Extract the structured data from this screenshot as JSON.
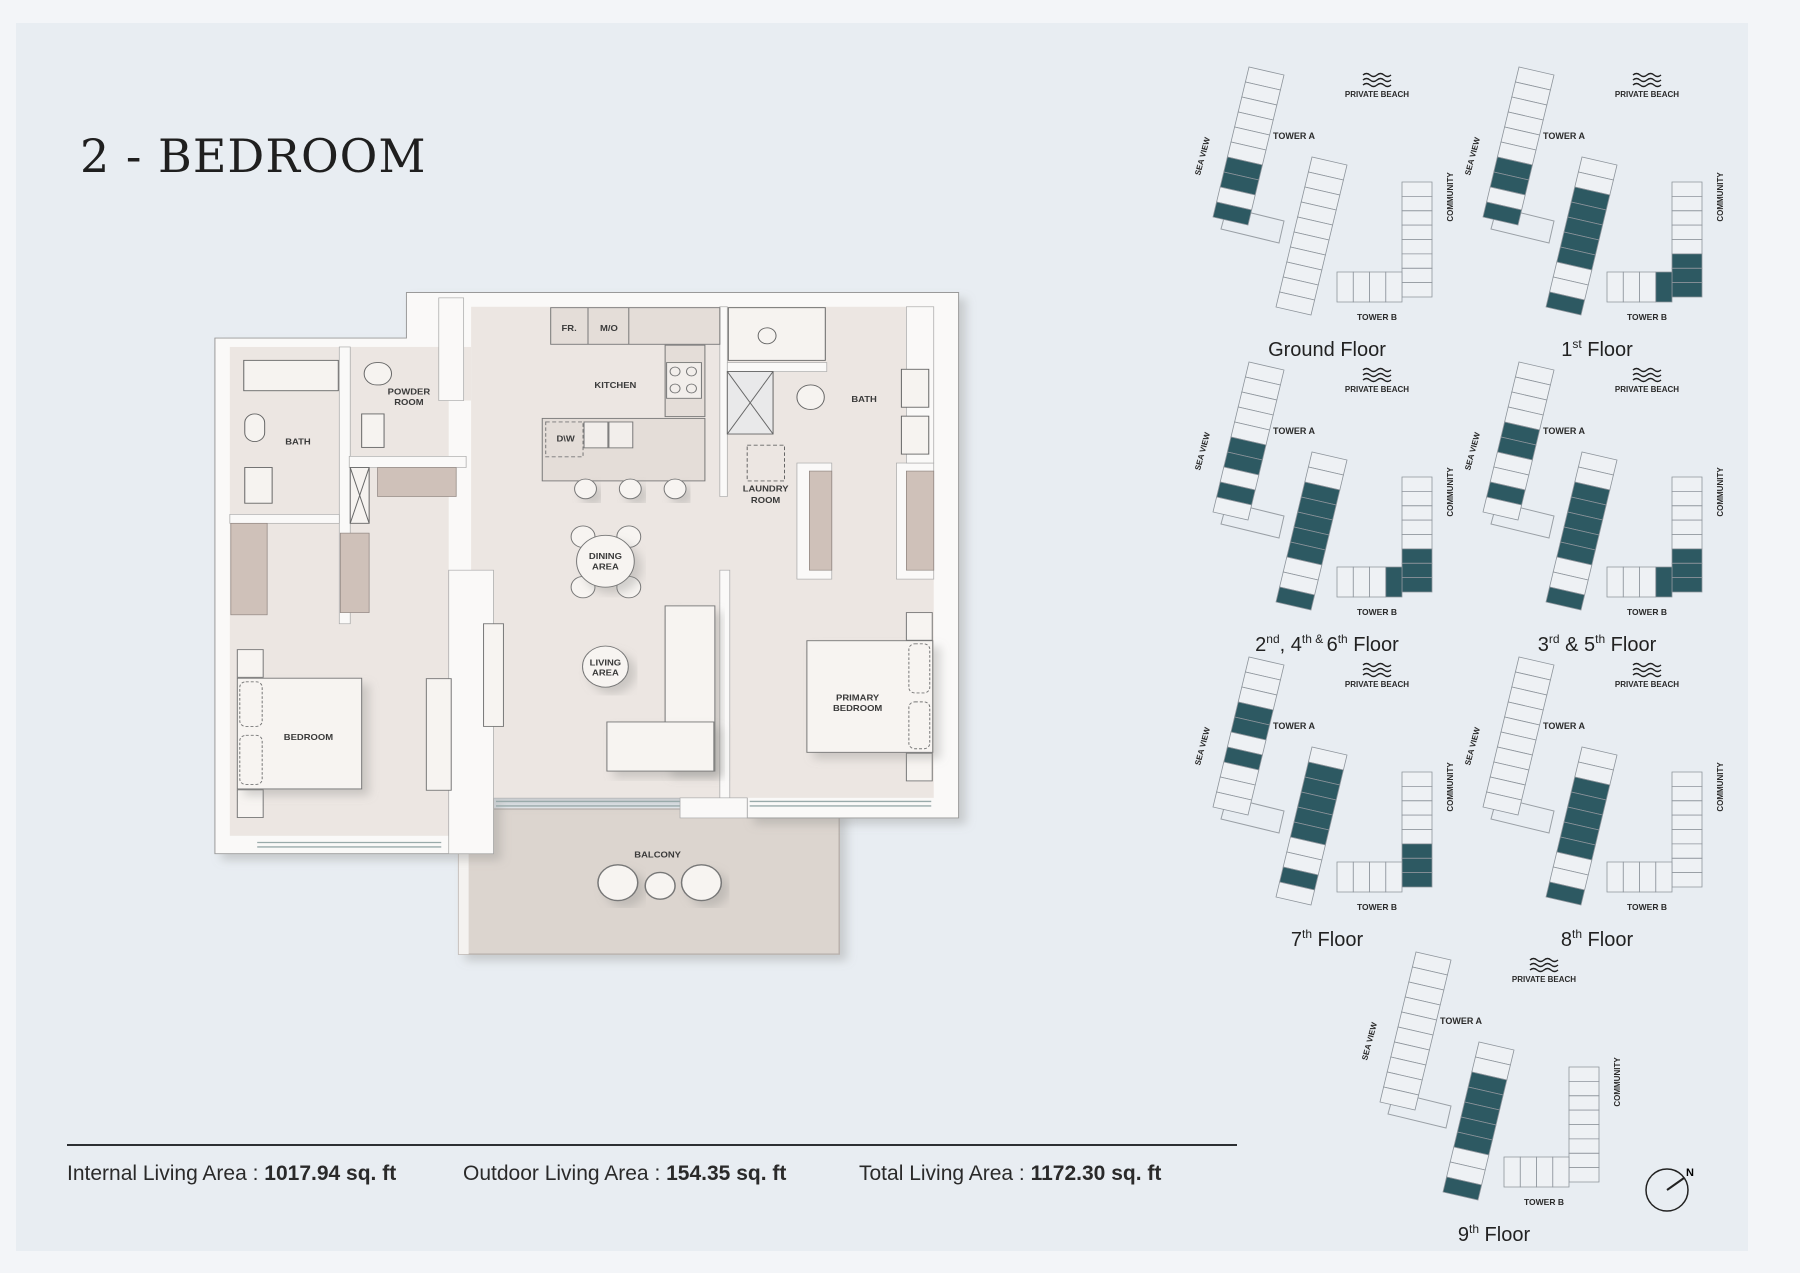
{
  "title": "2 - BEDROOM",
  "colors": {
    "background": "#e8edf2",
    "highlight": "#2d5962",
    "interior": "#ece6e2",
    "closet": "#cfc1b9",
    "balcony": "#dcd5cf"
  },
  "plan_labels": {
    "fridge": "FR.",
    "microwave": "M/O",
    "kitchen": "KITCHEN",
    "powder_room_1": "POWDER",
    "powder_room_2": "ROOM",
    "bath_left": "BATH",
    "dishwasher": "D\\W",
    "laundry_1": "LAUNDRY",
    "laundry_2": "ROOM",
    "bath_right": "BATH",
    "dining_1": "DINING",
    "dining_2": "AREA",
    "living_1": "LIVING",
    "living_2": "AREA",
    "bedroom": "BEDROOM",
    "primary_1": "PRIMARY",
    "primary_2": "BEDROOM",
    "balcony": "BALCONY"
  },
  "areas": [
    {
      "label": "Internal Living Area : ",
      "value": "1017.94 sq. ft"
    },
    {
      "label": "Outdoor Living Area : ",
      "value": "154.35 sq. ft"
    },
    {
      "label": "Total Living Area : ",
      "value": "1172.30 sq. ft"
    }
  ],
  "key_plan_labels": {
    "private_beach": "PRIVATE BEACH",
    "tower_a": "TOWER A",
    "tower_b": "TOWER B",
    "sea_view": "SEA VIEW",
    "community": "COMMUNITY"
  },
  "key_plans": [
    {
      "label": [
        [
          "Ground Floor",
          false
        ]
      ],
      "highlight": {
        "A1": [
          6,
          7,
          9
        ]
      }
    },
    {
      "label": [
        [
          "1",
          false
        ],
        [
          "st",
          true
        ],
        [
          " Floor",
          false
        ]
      ],
      "highlight": {
        "A1": [
          6,
          7,
          9
        ],
        "A2": [
          2,
          3,
          4,
          5,
          6,
          9
        ],
        "B": [
          5,
          6,
          7
        ],
        "B2": [
          3
        ]
      }
    },
    {
      "label": [
        [
          "2",
          false
        ],
        [
          "nd",
          true
        ],
        [
          ", 4",
          false
        ],
        [
          "th & ",
          true
        ],
        [
          "6",
          false
        ],
        [
          "th",
          true
        ],
        [
          " Floor",
          false
        ]
      ],
      "highlight": {
        "A1": [
          5,
          6,
          8
        ],
        "A2": [
          2,
          3,
          4,
          5,
          6,
          9
        ],
        "B": [
          5,
          6,
          7
        ],
        "B2": [
          3
        ]
      }
    },
    {
      "label": [
        [
          "3",
          false
        ],
        [
          "rd",
          true
        ],
        [
          " & 5",
          false
        ],
        [
          "th",
          true
        ],
        [
          " Floor",
          false
        ]
      ],
      "highlight": {
        "A1": [
          4,
          5,
          8
        ],
        "A2": [
          2,
          3,
          4,
          5,
          6,
          9
        ],
        "B": [
          5,
          6,
          7
        ],
        "B2": [
          3
        ]
      }
    },
    {
      "label": [
        [
          "7",
          false
        ],
        [
          "th",
          true
        ],
        [
          " Floor",
          false
        ]
      ],
      "highlight": {
        "A1": [
          3,
          4,
          6
        ],
        "A2": [
          1,
          2,
          3,
          4,
          5,
          8
        ],
        "B": [
          5,
          6,
          7
        ]
      }
    },
    {
      "label": [
        [
          "8",
          false
        ],
        [
          "th",
          true
        ],
        [
          " Floor",
          false
        ]
      ],
      "highlight": {
        "A2": [
          2,
          3,
          4,
          5,
          6,
          9
        ]
      }
    },
    {
      "label": [
        [
          "9",
          false
        ],
        [
          "th",
          true
        ],
        [
          " Floor",
          false
        ]
      ],
      "highlight": {
        "A2": [
          2,
          3,
          4,
          5,
          6,
          9
        ]
      }
    }
  ],
  "compass": {
    "north_label": "N"
  }
}
